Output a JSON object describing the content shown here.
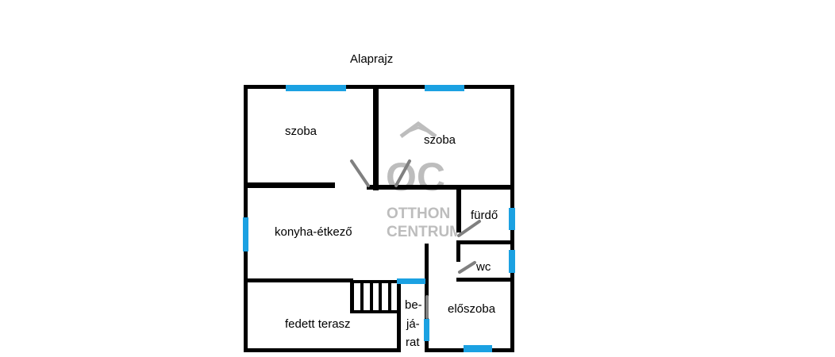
{
  "title": "Alaprajz",
  "watermark": {
    "logo_text": "OC",
    "line1": "OTTHON",
    "line2": "CENTRUM"
  },
  "rooms": {
    "szoba_left": "szoba",
    "szoba_right": "szoba",
    "konyha": "konyha-étkező",
    "furdo": "fürdő",
    "wc": "wc",
    "eloszoba": "előszoba",
    "terasz": "fedett terasz",
    "bejarat_1": "be-",
    "bejarat_2": "já-",
    "bejarat_3": "rat"
  },
  "colors": {
    "wall": "#000000",
    "window": "#1ba1e2",
    "door": "#808080",
    "watermark": "#bdbdbd"
  }
}
